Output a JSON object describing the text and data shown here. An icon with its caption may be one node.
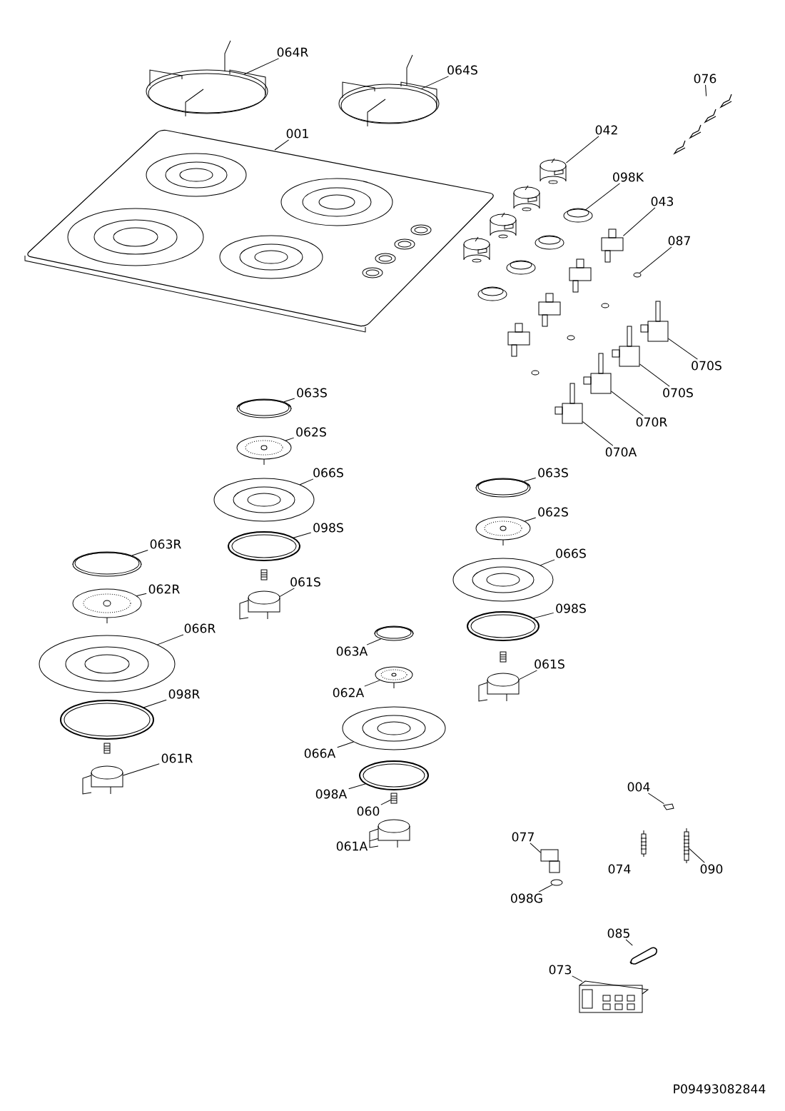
{
  "diagram": {
    "nodes": [
      {
        "text": [
          "064R"
        ]
      },
      {
        "text": [
          "064S"
        ]
      },
      {
        "text": [
          "076"
        ]
      },
      {
        "text": [
          "001"
        ]
      },
      {
        "text": [
          "042"
        ]
      },
      {
        "text": [
          "098K"
        ]
      },
      {
        "text": [
          "043"
        ]
      },
      {
        "text": [
          "087"
        ]
      },
      {
        "text": [
          "070S"
        ]
      },
      {
        "text": [
          "070S"
        ]
      },
      {
        "text": [
          "070R"
        ]
      },
      {
        "text": [
          "070A"
        ]
      },
      {
        "text": [
          "063S"
        ]
      },
      {
        "text": [
          "062S"
        ]
      },
      {
        "text": [
          "066S"
        ]
      },
      {
        "text": [
          "098S"
        ]
      },
      {
        "text": [
          "061S"
        ]
      },
      {
        "text": [
          "063S"
        ]
      },
      {
        "text": [
          "062S"
        ]
      },
      {
        "text": [
          "066S"
        ]
      },
      {
        "text": [
          "098S"
        ]
      },
      {
        "text": [
          "061S"
        ]
      },
      {
        "text": [
          "063R"
        ]
      },
      {
        "text": [
          "062R"
        ]
      },
      {
        "text": [
          "066R"
        ]
      },
      {
        "text": [
          "098R"
        ]
      },
      {
        "text": [
          "061R"
        ]
      },
      {
        "text": [
          "063A"
        ]
      },
      {
        "text": [
          "062A"
        ]
      },
      {
        "text": [
          "066A"
        ]
      },
      {
        "text": [
          "098A"
        ]
      },
      {
        "text": [
          "060"
        ]
      },
      {
        "text": [
          "061A"
        ]
      },
      {
        "text": [
          "004"
        ]
      },
      {
        "text": [
          "077"
        ]
      },
      {
        "text": [
          "090"
        ]
      },
      {
        "text": [
          "098G"
        ]
      },
      {
        "text": [
          "085"
        ]
      },
      {
        "text": [
          "073"
        ]
      },
      {
        "text": [],
        "shape": "picture"
      },
      {
        "text": [],
        "shape": "picture"
      },
      {
        "text": [],
        "shape": "picture"
      },
      {
        "text": [],
        "shape": "picture"
      },
      {
        "text": [],
        "shape": "picture"
      },
      {
        "text": [],
        "shape": "picture"
      },
      {
        "text": [],
        "shape": "picture"
      },
      {
        "text": [],
        "shape": "picture"
      },
      {
        "text": [],
        "shape": "picture"
      },
      {
        "text": [],
        "shape": "picture"
      },
      {
        "text": [],
        "shape": "picture"
      },
      {
        "text": [],
        "shape": "picture"
      },
      {
        "text": [],
        "shape": "picture"
      },
      {
        "text": [],
        "shape": "picture"
      },
      {
        "text": [],
        "shape": "picture"
      },
      {
        "text": [],
        "shape": "picture"
      },
      {
        "text": [],
        "shape": "picture"
      },
      {
        "text": [],
        "shape": "picture"
      },
      {
        "text": [],
        "shape": "picture"
      },
      {
        "text": [],
        "shape": "picture"
      },
      {
        "text": [],
        "shape": "picture"
      },
      {
        "text": [],
        "shape": "picture"
      },
      {
        "text": [],
        "shape": "picture"
      },
      {
        "text": [],
        "shape": "picture"
      },
      {
        "text": [],
        "shape": "picture"
      },
      {
        "text": [],
        "shape": "picture"
      },
      {
        "text": [],
        "shape": "picture"
      },
      {
        "text": [],
        "shape": "picture"
      },
      {
        "text": [],
        "shape": "picture"
      },
      {
        "text": [],
        "shape": "picture"
      },
      {
        "text": [],
        "shape": "picture"
      },
      {
        "text": [],
        "shape": "picture"
      },
      {
        "text": [],
        "shape": "picture"
      },
      {
        "text": [],
        "shape": "picture"
      },
      {
        "text": [],
        "shape": "picture"
      },
      {
        "text": [],
        "shape": "picture"
      },
      {
        "text": [],
        "shape": "picture"
      },
      {
        "text": [],
        "shape": "picture"
      },
      {
        "text": [],
        "shape": "picture"
      }
    ],
    "edges": [
      {
        "from": 0,
        "to": 39,
        "arrow": "none"
      },
      {
        "from": 1,
        "to": 40,
        "arrow": "none"
      },
      {
        "from": 2,
        "to": 41,
        "arrow": "none"
      },
      {
        "from": 3,
        "to": 42,
        "arrow": "none"
      },
      {
        "from": 4,
        "to": 43,
        "arrow": "none"
      },
      {
        "from": 5,
        "to": 44,
        "arrow": "none"
      },
      {
        "from": 6,
        "to": 45,
        "arrow": "none"
      },
      {
        "from": 7,
        "to": 46,
        "arrow": "none"
      },
      {
        "from": 8,
        "to": 47,
        "arrow": "none"
      },
      {
        "from": 9,
        "to": 48,
        "arrow": "none"
      },
      {
        "from": 10,
        "to": 49,
        "arrow": "none"
      },
      {
        "from": 11,
        "to": 50,
        "arrow": "none"
      },
      {
        "from": 12,
        "to": 51,
        "arrow": "none"
      },
      {
        "from": 13,
        "to": 52,
        "arrow": "none"
      },
      {
        "from": 14,
        "to": 53,
        "arrow": "none"
      },
      {
        "from": 15,
        "to": 54,
        "arrow": "none"
      },
      {
        "from": 16,
        "to": 55,
        "arrow": "none"
      },
      {
        "from": 17,
        "to": 56,
        "arrow": "none"
      },
      {
        "from": 18,
        "to": 57,
        "arrow": "none"
      },
      {
        "from": 19,
        "to": 58,
        "arrow": "none"
      },
      {
        "from": 20,
        "to": 59,
        "arrow": "none"
      },
      {
        "from": 21,
        "to": 60,
        "arrow": "none"
      },
      {
        "from": 22,
        "to": 61,
        "arrow": "none"
      },
      {
        "from": 23,
        "to": 62,
        "arrow": "none"
      },
      {
        "from": 24,
        "to": 63,
        "arrow": "none"
      },
      {
        "from": 25,
        "to": 64,
        "arrow": "none"
      },
      {
        "from": 26,
        "to": 65,
        "arrow": "none"
      },
      {
        "from": 27,
        "to": 66,
        "arrow": "none"
      },
      {
        "from": 28,
        "to": 67,
        "arrow": "none"
      },
      {
        "from": 29,
        "to": 68,
        "arrow": "none"
      },
      {
        "from": 30,
        "to": 69,
        "arrow": "none"
      },
      {
        "from": 31,
        "to": 70,
        "arrow": "none"
      },
      {
        "from": 32,
        "to": 71,
        "arrow": "none"
      },
      {
        "from": 33,
        "to": 72,
        "arrow": "none"
      },
      {
        "from": 34,
        "to": 73,
        "arrow": "none"
      },
      {
        "from": 35,
        "to": 74,
        "arrow": "none"
      },
      {
        "from": 36,
        "to": 75,
        "arrow": "none"
      },
      {
        "from": 37,
        "to": 76,
        "arrow": "none"
      },
      {
        "from": 38,
        "to": 77,
        "arrow": "none"
      }
    ],
    "labels": [
      "074",
      "P09493082844"
    ]
  }
}
